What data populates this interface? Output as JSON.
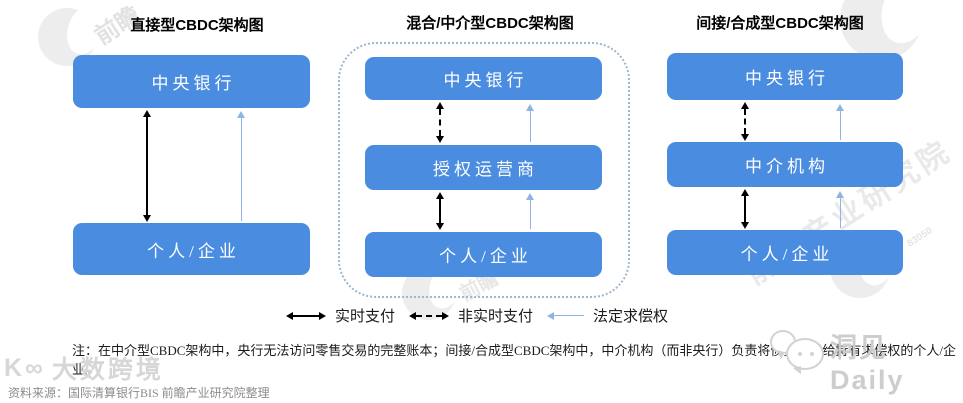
{
  "figure": {
    "columns": [
      {
        "title": "直接型CBDC架构图",
        "boxes": [
          "中央银行",
          "个人/企业"
        ]
      },
      {
        "title": "混合/中介型CBDC架构图",
        "boxes": [
          "中央银行",
          "授权运营商",
          "个人/企业"
        ]
      },
      {
        "title": "间接/合成型CBDC架构图",
        "boxes": [
          "中央银行",
          "中介机构",
          "个人/企业"
        ]
      }
    ],
    "legend": [
      {
        "style": "solid-double-arrow",
        "label": "实时支付"
      },
      {
        "style": "dashed-double-arrow",
        "label": "非实时支付"
      },
      {
        "style": "blue-claim-arrow",
        "label": "法定求偿权"
      }
    ]
  },
  "note": "注：在中介型CBDC架构中，央行无法访问零售交易的完整账本；间接/合成型CBDC架构中，中介机构（而非央行）负责将债务偿付给持有求偿权的个人/企业。",
  "source": "资料来源：国际清算银行BIS 前瞻产业研究院整理",
  "watermarks": {
    "brand_short": "前瞻",
    "institute": "前瞻产业研究院",
    "code": "83050",
    "bottom_left_logo": "K∞",
    "bottom_left": "大数跨境",
    "bottom_right": "洞见Daily"
  },
  "colors": {
    "box_blue": "#4A8CE0",
    "arrow_blue": "#8FB3E2",
    "arrow_black": "#000000",
    "dotted_frame": "#9FB6CE",
    "watermark_gray": "#e8e8e8"
  }
}
